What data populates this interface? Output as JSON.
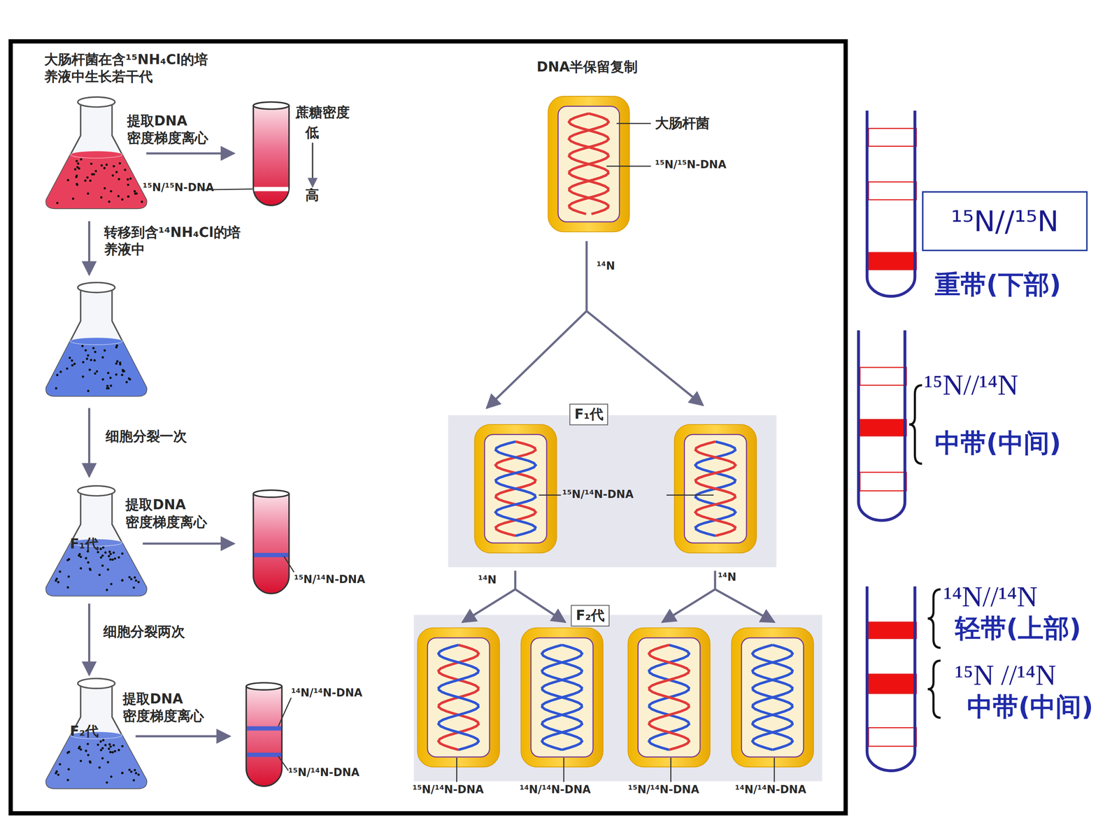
{
  "diagram": {
    "nodes": [
      {
        "text": [
          "F₁代"
        ]
      },
      {
        "text": [
          "F₂代"
        ]
      },
      {
        "text": [
          "F₁代"
        ]
      },
      {
        "text": [
          "F₂代"
        ]
      },
      {
        "text": [
          "¹⁵N//¹⁵N"
        ]
      }
    ],
    "edges": [
      {
        "from": 0,
        "to": 1,
        "arrow": "to",
        "label": "细胞分裂两次"
      }
    ],
    "labels": [
      "大肠杆菌在含¹⁵NH₄Cl的培养液中生长若干代",
      "提取DNA 密度梯度离心",
      "蔗糖密度",
      "低",
      "高",
      "¹⁵N/¹⁵N-DNA",
      "转移到含¹⁴NH₄Cl的培养液中",
      "细胞分裂一次",
      "提取DNA 密度梯度离心",
      "¹⁵N/¹⁴N-DNA",
      "提取DNA 密度梯度离心",
      "¹⁴N/¹⁴N-DNA",
      "¹⁵N/¹⁴N-DNA",
      "DNA半保留复制",
      "大肠杆菌",
      "¹⁵N/¹⁵N-DNA",
      "¹⁴N",
      "¹⁵N/¹⁴N-DNA",
      "¹⁴N",
      "¹⁴N",
      "¹⁵N/¹⁴N-DNA",
      "¹⁴N/¹⁴N-DNA",
      "¹⁵N/¹⁴N-DNA",
      "¹⁴N/¹⁴N-DNA",
      "重带(下部)",
      "¹⁵N//¹⁴N",
      "中带(中间)",
      "¹⁴N//¹⁴N",
      "轻带(上部)",
      "¹⁵N //¹⁴N",
      "中带(中间)"
    ]
  }
}
